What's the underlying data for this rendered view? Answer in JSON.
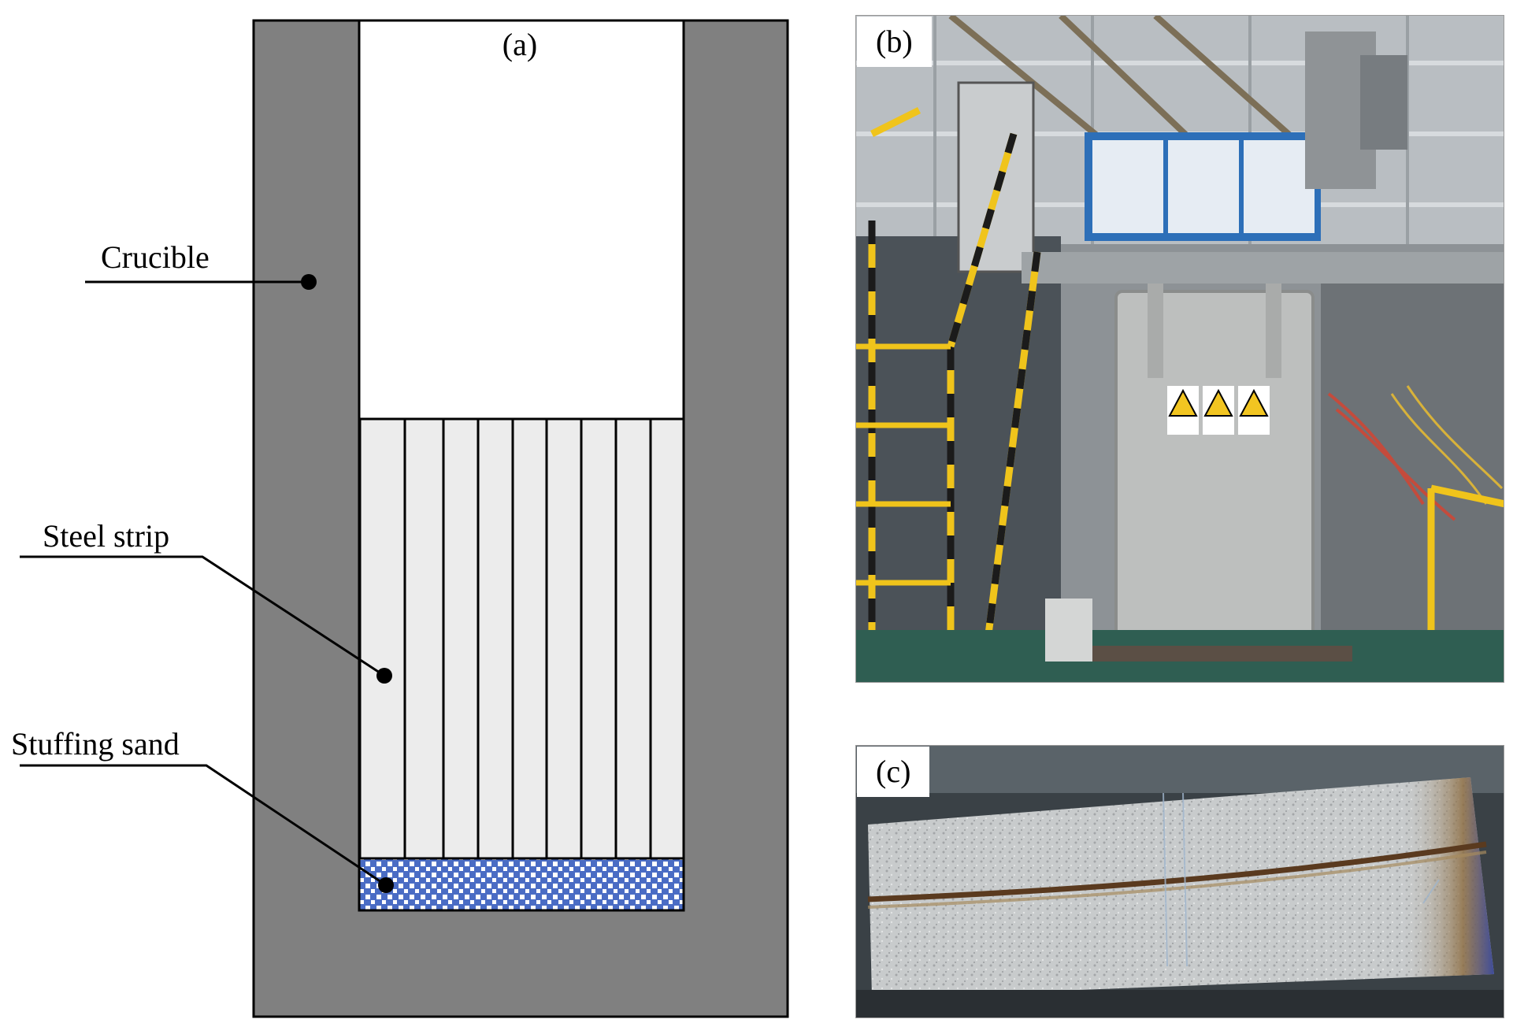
{
  "panel_a": {
    "label": "(a)",
    "callouts": {
      "crucible": "Crucible",
      "steel_strip": "Steel strip",
      "stuffing_sand": "Stuffing sand"
    },
    "colors": {
      "crucible": "#808080",
      "steel_strip": "#ececec",
      "stuffing_sand": "#4a6cc4"
    }
  },
  "panel_b": {
    "label": "(b)",
    "subject": "vacuum furnace equipment photo"
  },
  "panel_c": {
    "label": "(c)",
    "subject": "steel billet sample photo"
  }
}
